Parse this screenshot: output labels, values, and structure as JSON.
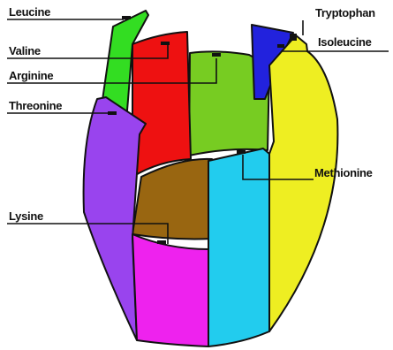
{
  "diagram": {
    "labels": {
      "leucine": "Leucine",
      "valine": "Valine",
      "arginine": "Arginine",
      "threonine": "Threonine",
      "lysine": "Lysine",
      "tryptophan": "Tryptophan",
      "isoleucine": "Isoleucine",
      "methionine": "Methionine"
    },
    "colors": {
      "leucine": "#33dd22",
      "valine": "#ee1111",
      "arginine": "#77cc22",
      "threonine": "#9944ee",
      "lysine": "#ee22ee",
      "tryptophan": "#2222dd",
      "isoleucine": "#eeee22",
      "methionine": "#22ccee",
      "floor": "#996611",
      "outline": "#111111"
    }
  }
}
